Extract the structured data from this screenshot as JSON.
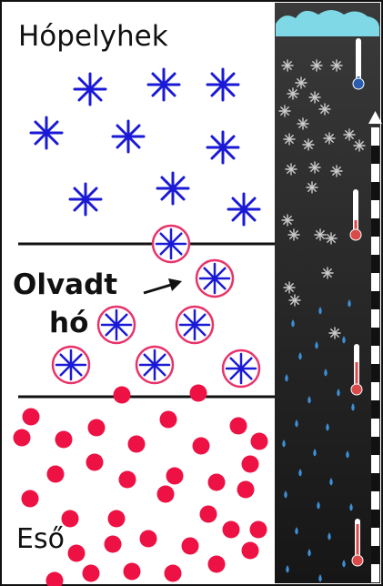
{
  "labels": {
    "snowflakes": "Hópelyhek",
    "melted_snow_line1": "Olvadt",
    "melted_snow_line2": "hó",
    "rain": "Eső"
  },
  "colors": {
    "snowflake": "#1a1ad6",
    "raindrop": "#ee1144",
    "melted_ring": "#e8346a",
    "boundary_line": "#111111",
    "panel_top": "#3a3a3a",
    "panel_bottom": "#161616",
    "cloud": "#7fd8e6",
    "small_flake": "#cccccc",
    "small_drop": "#3d8fd8",
    "thermometer_cold": "#2a5db0",
    "thermometer_warm": "#d94a4a"
  },
  "icons": {
    "snowflake": "snowflake-icon",
    "melted_flake": "melted-snowflake-icon",
    "raindrop": "raindrop-icon",
    "cloud": "cloud-icon",
    "thermometer": "thermometer-icon",
    "pointer_arrow": "arrow-icon",
    "up_arrow": "up-arrow-icon"
  }
}
